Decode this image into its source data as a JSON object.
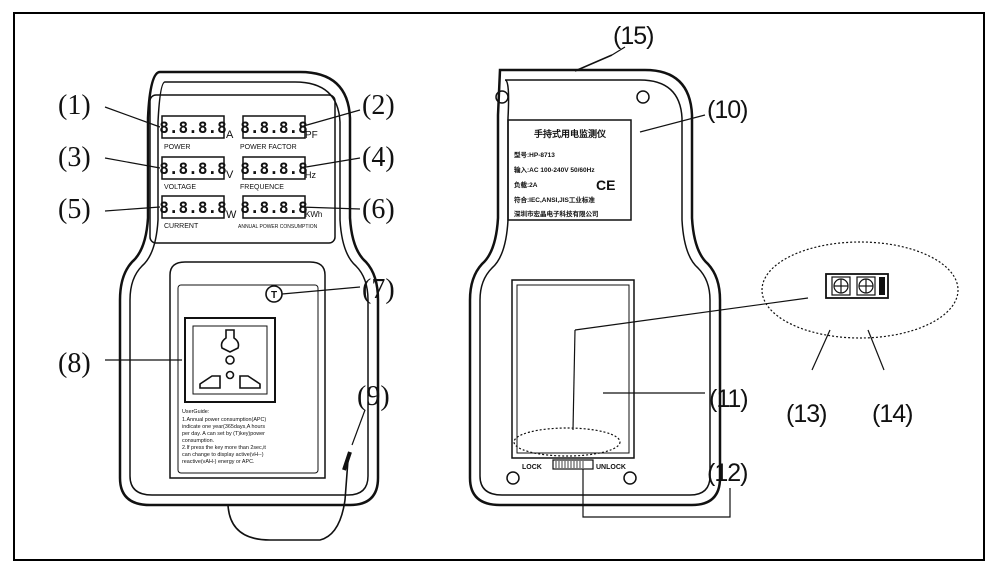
{
  "callouts": {
    "c1": "(1)",
    "c2": "(2)",
    "c3": "(3)",
    "c4": "(4)",
    "c5": "(5)",
    "c6": "(6)",
    "c7": "(7)",
    "c8": "(8)",
    "c9": "(9)",
    "c10": "(10)",
    "c11": "(11)",
    "c12": "(12)",
    "c13": "(13)",
    "c14": "(14)",
    "c15": "(15)"
  },
  "front": {
    "digits": "8.8.8.8",
    "units": {
      "power": "A",
      "power_factor": "PF",
      "voltage": "V",
      "frequence": "Hz",
      "current": "W",
      "energy": "KWh"
    },
    "labels": {
      "power": "POWER",
      "power_factor": "POWER FACTOR",
      "voltage": "VOLTAGE",
      "frequence": "FREQUENCE",
      "current": "CURRENT",
      "energy": "ANNUAL POWER CONSUMPTION"
    },
    "button_glyph": "T",
    "userguide": [
      "UserGuide:",
      "1.Annual power consumption(APC)",
      "indicate one year(365days,A hours",
      "per day. A can set by (T)key)power",
      "consumption.",
      "2.If press the key more than 2sec,it",
      "can change to display active(vH--)",
      "reactive(vAH-) energy or APC."
    ]
  },
  "back": {
    "nameplate": [
      "手持式用电监测仪",
      "型号:HP-8713",
      "输入:AC 100-240V 50/60Hz",
      "负载:2A",
      "符合:IEC,ANSI,JIS工业标准",
      "深圳市宏晶电子科技有限公司"
    ],
    "ce_mark": "CE",
    "lock": "LOCK",
    "unlock": "UNLOCK"
  },
  "colors": {
    "ink": "#111111",
    "panel_bg": "#ffffff"
  }
}
